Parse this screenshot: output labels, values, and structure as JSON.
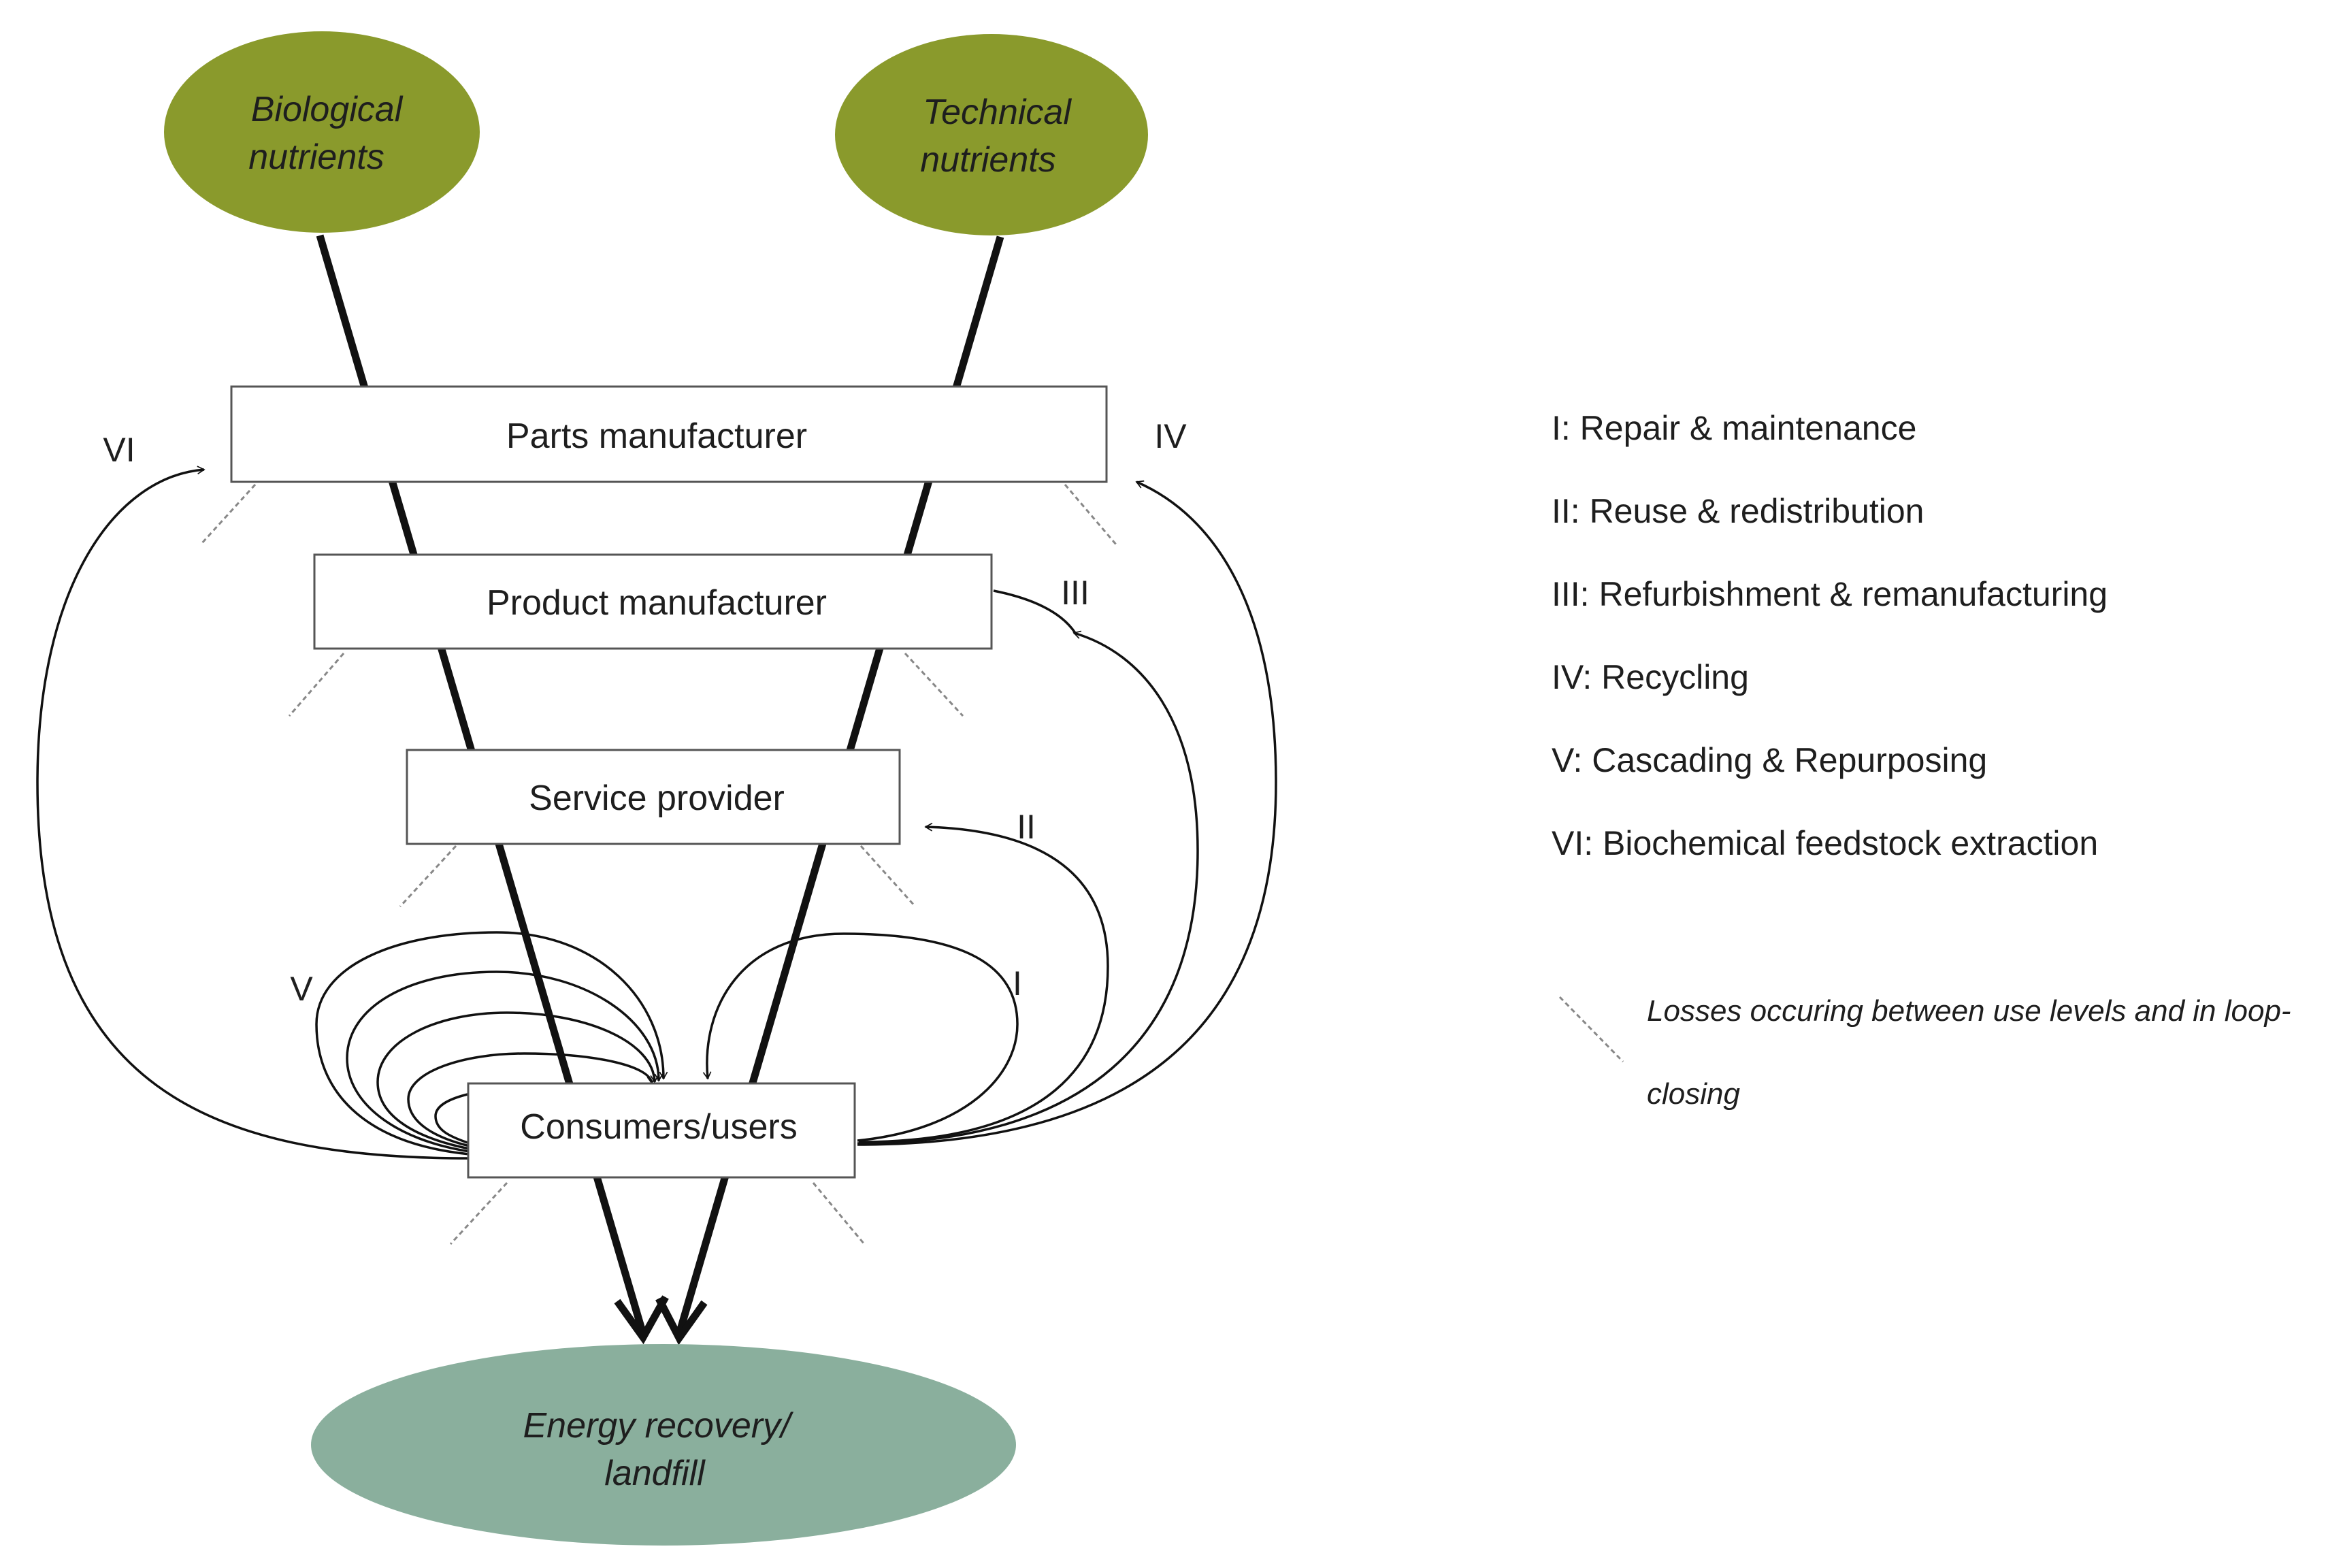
{
  "diagram": {
    "nodes": {
      "biological_nutrients": [
        "Biological",
        "nutrients"
      ],
      "technical_nutrients": [
        "Technical",
        "nutrients"
      ],
      "parts_manufacturer": "Parts manufacturer",
      "product_manufacturer": "Product manufacturer",
      "service_provider": "Service provider",
      "consumers_users": "Consumers/users",
      "energy_recovery": [
        "Energy recovery/",
        "landfill"
      ]
    },
    "loop_labels": {
      "I": "I",
      "II": "II",
      "III": "III",
      "IV": "IV",
      "V": "V",
      "VI": "VI"
    },
    "colors": {
      "nutrients": "#8a9a2c",
      "energy_recovery": "#8aaf9d",
      "lines": "#111111",
      "loss_marks": "#888888"
    }
  },
  "legend": {
    "items": [
      "I: Repair & maintenance",
      "II: Reuse & redistribution",
      "III: Refurbishment & remanufacturing",
      "IV: Recycling",
      "V: Cascading & Repurposing",
      "VI: Biochemical feedstock extraction"
    ],
    "losses": "Losses occuring between use levels and in loop-closing"
  }
}
